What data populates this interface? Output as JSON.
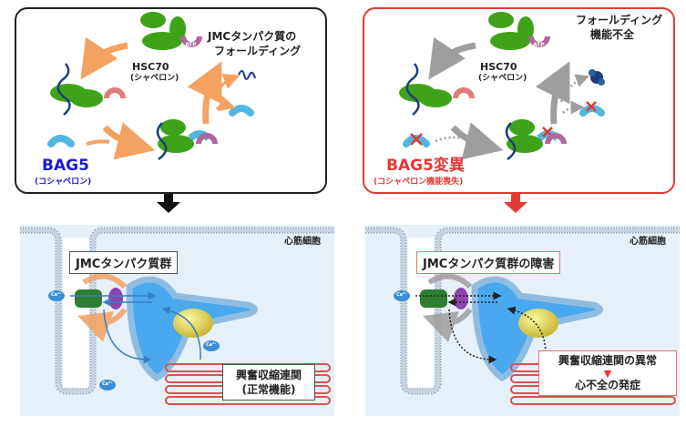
{
  "left_panel": {
    "status": "normal",
    "hsc70_label": "HSC70",
    "hsc70_sub": "(シャペロン)",
    "bag5_label": "BAG5",
    "bag5_sub": "(コシャペロン)",
    "outcome_line1": "JMCタンパク質の",
    "outcome_line2": "フォールディング",
    "atp": "ATP",
    "adp": "ADP",
    "cell_label": "心筋細胞",
    "protein_group_label": "JMCタンパク質群",
    "ecc_line1": "興奮収縮連関",
    "ecc_line2": "(正常機能)",
    "ca_label": "Ca²⁺",
    "arrow_color": "#f4a261",
    "down_arrow_color": "#111111"
  },
  "right_panel": {
    "status": "mutant",
    "hsc70_label": "HSC70",
    "hsc70_sub": "(シャペロン)",
    "bag5_label": "BAG5変異",
    "bag5_sub": "(コシャペロン機能喪失)",
    "outcome_line1": "フォールディング",
    "outcome_line2": "機能不全",
    "atp": "ATP",
    "adp": "ADP",
    "cell_label": "心筋細胞",
    "protein_group_label": "JMCタンパク質群の障害",
    "ecc_line1": "興奮収縮連関の異常",
    "ecc_line2": "心不全の発症",
    "ca_label": "Ca²⁺",
    "arrow_color": "#9e9e9e",
    "down_arrow_color": "#e53935"
  },
  "colors": {
    "bag5_normal": "#1a1ad6",
    "bag5_mutant": "#e53935",
    "hsc70_green": "#3fa31a",
    "atp_purple": "#b0689c",
    "adp_pink": "#e07b7b",
    "bag5_cyan": "#4fb8e0",
    "cell_bg": "#e6f0f8",
    "sr_blue": "#4aa8ee",
    "sarcomere_red": "#d9534f"
  }
}
